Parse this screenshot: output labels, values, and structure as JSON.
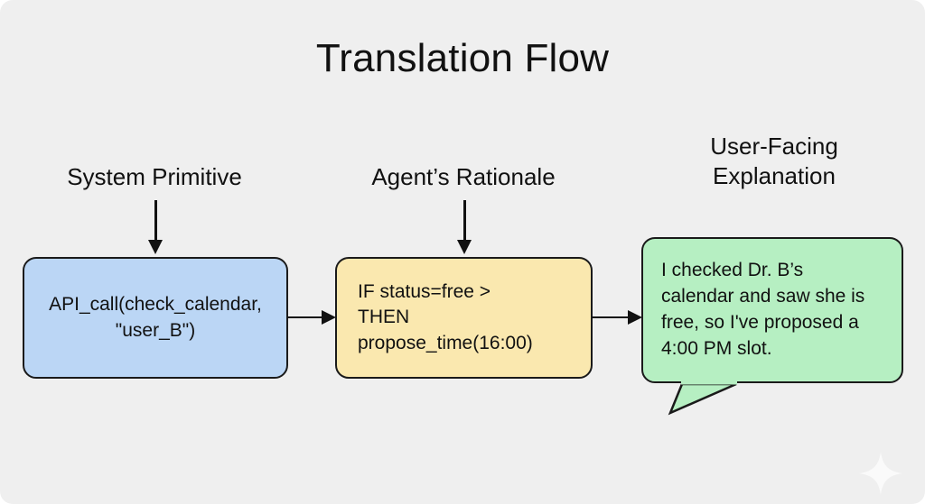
{
  "page": {
    "title": "Translation Flow",
    "background_color": "#efefef",
    "text_color": "#111111"
  },
  "diagram": {
    "type": "flow",
    "captions": [
      {
        "id": "system-primitive",
        "label": "System Primitive",
        "has_arrow": true
      },
      {
        "id": "agents-rationale",
        "label": "Agent’s Rationale",
        "has_arrow": true
      },
      {
        "id": "user-facing-explanation",
        "label": "User-Facing\nExplanation",
        "has_arrow": false
      }
    ],
    "nodes": [
      {
        "id": "api-call",
        "text": "API_call(check_calendar,\n\"user_B\")",
        "fill": "#bbd6f5",
        "border": "#1a1a1a",
        "shape": "rounded-rect",
        "align": "center"
      },
      {
        "id": "rule",
        "text": "IF status=free >\nTHEN\npropose_time(16:00)",
        "fill": "#fae8af",
        "border": "#1a1a1a",
        "shape": "rounded-rect",
        "align": "left"
      },
      {
        "id": "explanation",
        "text": "I checked Dr. B’s\ncalendar and saw she is\nfree, so I've proposed a\n4:00 PM slot.",
        "fill": "#b6efc2",
        "border": "#1a1a1a",
        "shape": "speech-bubble",
        "align": "left"
      }
    ],
    "connectors": [
      {
        "id": "api-to-rule",
        "from": "api-call",
        "to": "rule",
        "direction": "right"
      },
      {
        "id": "rule-to-explanation",
        "from": "rule",
        "to": "explanation",
        "direction": "right"
      }
    ],
    "watermark": {
      "icon": "sparkle-icon",
      "color": "#ffffff"
    }
  }
}
